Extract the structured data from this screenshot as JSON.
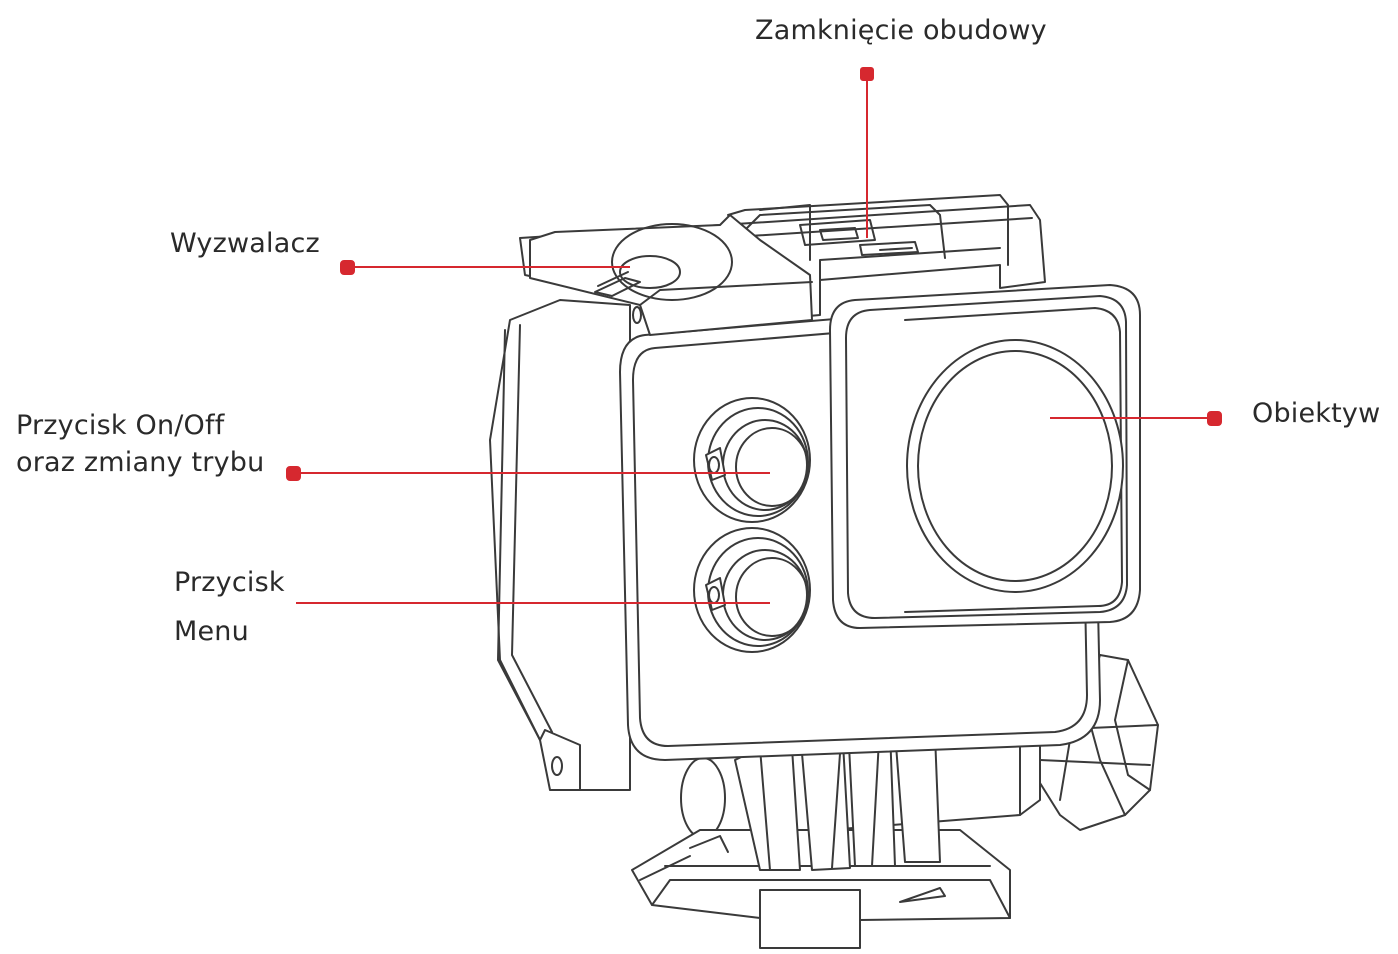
{
  "labels": {
    "closure": "Zamknięcie obudowy",
    "trigger": "Wyzwalacz",
    "power_line1": "Przycisk On/Off",
    "power_line2": "oraz zmiany trybu",
    "menu_line1": "Przycisk",
    "menu_line2": "Menu",
    "lens": "Obiektyw"
  },
  "colors": {
    "leader": "#d6282f",
    "outline": "#3a3a3a",
    "text": "#2a2a2a"
  },
  "icons": {
    "camera": "waterproof-camera-housing-line-drawing"
  }
}
